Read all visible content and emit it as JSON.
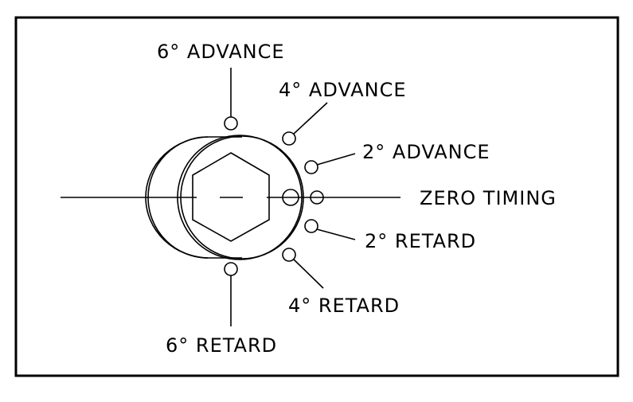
{
  "diagram": {
    "labels": {
      "adv6": "6° ADVANCE",
      "adv4": "4° ADVANCE",
      "adv2": "2° ADVANCE",
      "zero": "ZERO TIMING",
      "ret2": "2° RETARD",
      "ret4": "4° RETARD",
      "ret6": "6° RETARD"
    },
    "colors": {
      "line": "#000000",
      "background": "#ffffff"
    }
  }
}
